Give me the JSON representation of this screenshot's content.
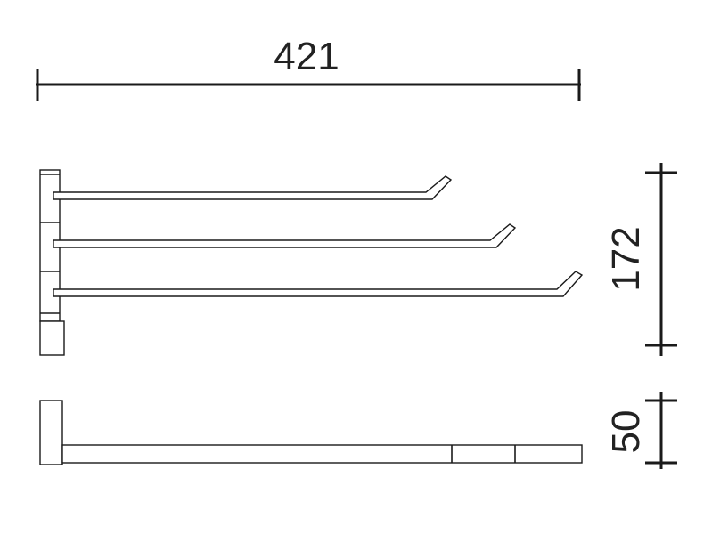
{
  "dimensions": {
    "width_label": "421",
    "height_label": "172",
    "depth_label": "50"
  },
  "colors": {
    "line": "#1a1a1a",
    "text": "#222222",
    "background": "#ffffff"
  }
}
